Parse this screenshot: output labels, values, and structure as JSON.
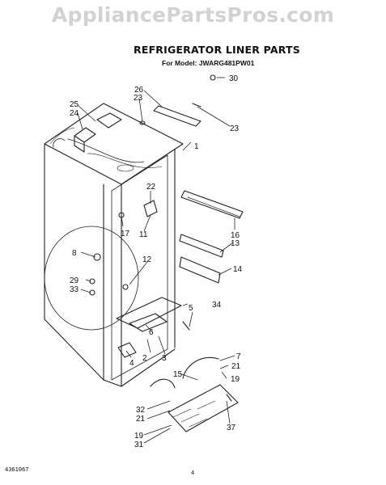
{
  "watermark": "AppliancePartsPros.com",
  "title": "REFRIGERATOR LINER PARTS",
  "subtitle": "For Model: JWARG481PW01",
  "footer": {
    "doc_number": "4361067",
    "page": "4"
  },
  "callouts": [
    "30",
    "26",
    "23",
    "25",
    "24",
    "23",
    "1",
    "22",
    "17",
    "11",
    "16",
    "13",
    "8",
    "12",
    "14",
    "29",
    "33",
    "34",
    "5",
    "6",
    "2",
    "3",
    "4",
    "7",
    "21",
    "15",
    "19",
    "32",
    "21",
    "19",
    "31",
    "37"
  ]
}
